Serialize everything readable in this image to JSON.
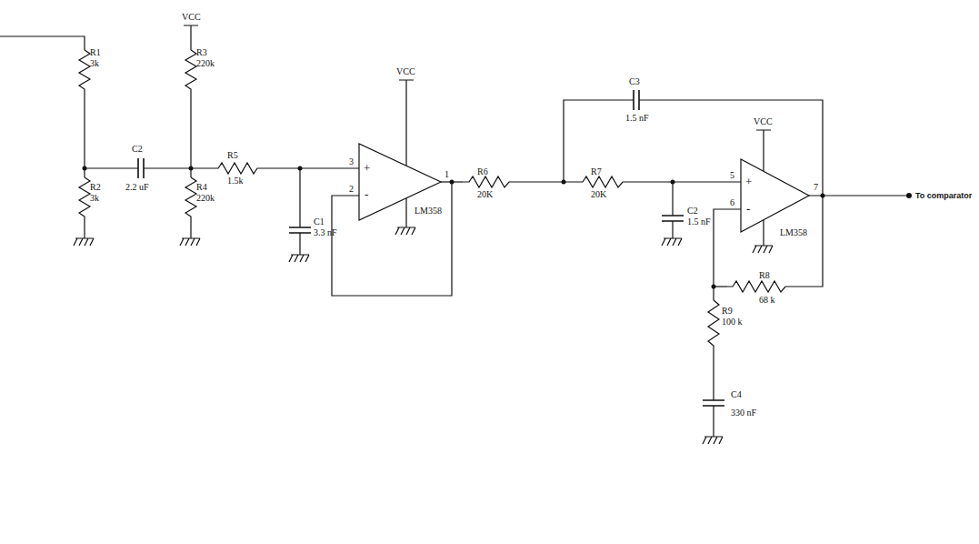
{
  "diagram": {
    "labels": [
      "R1",
      "3k",
      "R2",
      "3k",
      "C2",
      "2.2 uF",
      "VCC",
      "R3",
      "220k",
      "R4",
      "220k",
      "R5",
      "1.5k",
      "VCC",
      "3",
      "+",
      "2",
      "-",
      "C1",
      "3.3 nF",
      "LM358",
      "1",
      "R6",
      "20K",
      "R7",
      "20K",
      "C3",
      "1.5 nF",
      "VCC",
      "5",
      "+",
      "C2",
      "1.5 nF",
      "6",
      "-",
      "LM358",
      "7",
      "To comparator",
      "R8",
      "68 k",
      "R9",
      "100 k",
      "C4",
      "330 nF"
    ]
  }
}
